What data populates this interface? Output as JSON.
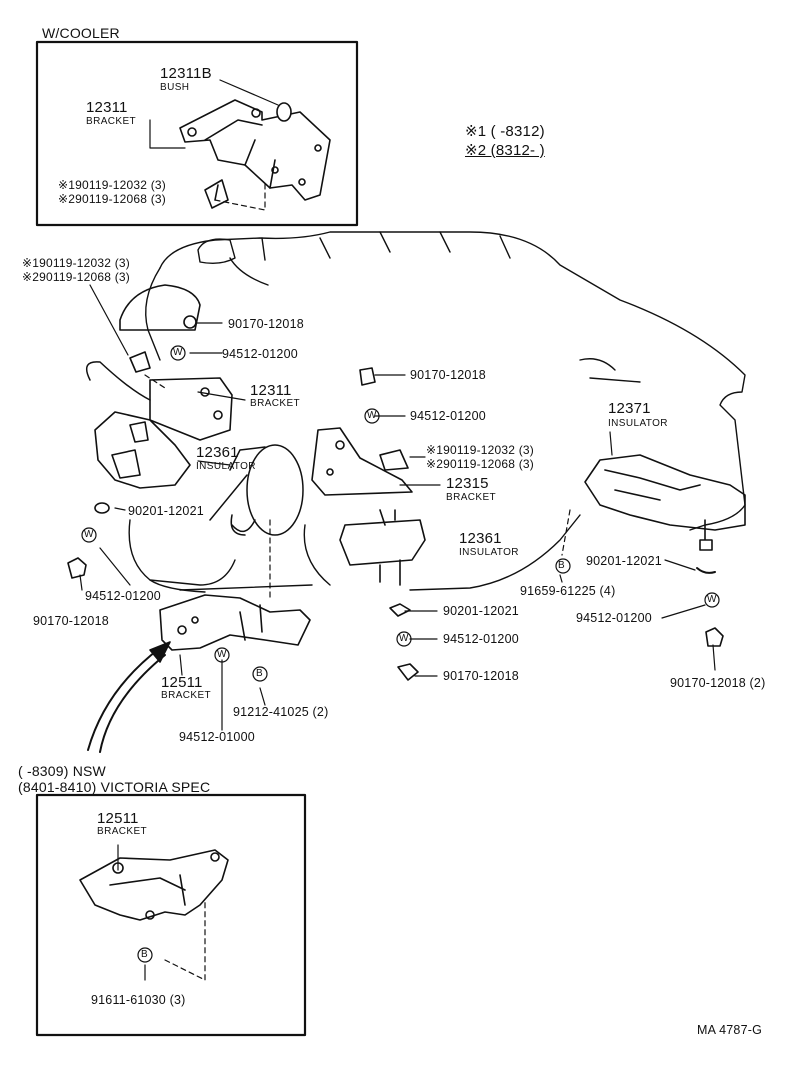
{
  "wcooler": {
    "title": "W/COOLER",
    "bush_no": "12311B",
    "bush_name": "BUSH",
    "bracket_no": "12311",
    "bracket_name": "BRACKET",
    "bolt1": "※190119-12032 (3)",
    "bolt2": "※290119-12068 (3)"
  },
  "legend": {
    "l1": "※1 (      -8312)",
    "l2": "※2 (8312-      )"
  },
  "left_mount": {
    "bolt1": "※190119-12032 (3)",
    "bolt2": "※290119-12068 (3)",
    "nut_top": "90170-12018",
    "washer_top": "94512-01200",
    "bracket_no": "12311",
    "bracket_name": "BRACKET",
    "ins_no": "12361",
    "ins_name": "INSULATOR",
    "washer_low": "90201-12021",
    "washer_w": "94512-01200",
    "nut_low": "90170-12018"
  },
  "center": {
    "nut_top": "90170-12018",
    "washer_top": "94512-01200",
    "bolt1": "※190119-12032 (3)",
    "bolt2": "※290119-12068 (3)",
    "bracket_no": "12315",
    "bracket_name": "BRACKET",
    "ins_no": "12361",
    "ins_name": "INSULATOR",
    "washer1": "90201-12021",
    "washer2": "94512-01200",
    "nut": "90170-12018"
  },
  "right": {
    "ins_no": "12371",
    "ins_name": "INSULATOR",
    "washer1": "90201-12021",
    "bolt": "91659-61225 (4)",
    "washer2": "94512-01200",
    "nut": "90170-12018 (2)"
  },
  "lower": {
    "bracket_no": "12511",
    "bracket_name": "BRACKET",
    "washer": "94512-01000",
    "bolt": "91212-41025 (2)"
  },
  "nsw": {
    "line1": "(      -8309) NSW",
    "line2": "(8401-8410) VICTORIA SPEC",
    "bracket_no": "12511",
    "bracket_name": "BRACKET",
    "bolt": "91611-61030 (3)"
  },
  "markers": {
    "w": "W",
    "b": "B"
  },
  "footer": "MA  4787-G"
}
